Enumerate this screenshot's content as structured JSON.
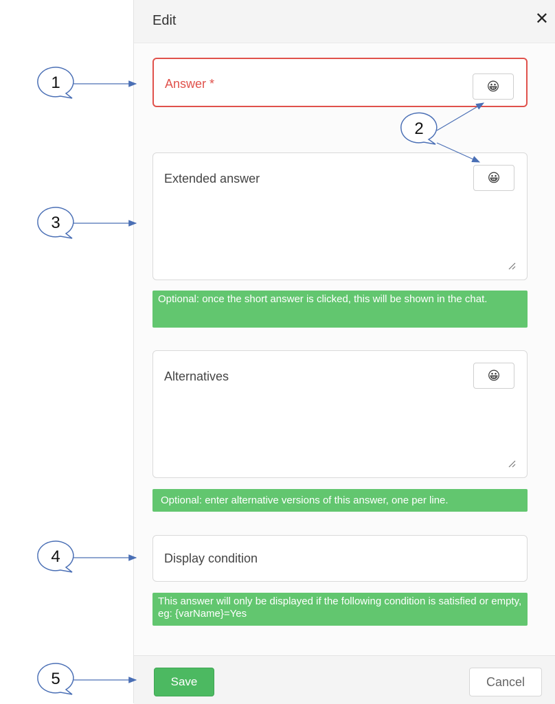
{
  "dialog": {
    "title": "Edit",
    "close_icon": "close-icon",
    "save_label": "Save",
    "cancel_label": "Cancel"
  },
  "fields": {
    "answer": {
      "label": "Answer *",
      "emoji": "😀"
    },
    "extended_answer": {
      "label": "Extended answer",
      "emoji": "😀"
    },
    "alternatives": {
      "label": "Alternatives",
      "emoji": "😀"
    },
    "display_condition": {
      "label": "Display condition"
    }
  },
  "hints": {
    "extended_answer": "Optional: once the short answer is clicked, this will be shown in the chat.",
    "alternatives": "Optional: enter alternative versions of this answer, one per line.",
    "display_condition": "This answer will only be displayed if the following condition is satisfied or empty, eg: {varName}=Yes"
  },
  "callouts": [
    "1",
    "2",
    "3",
    "4",
    "5"
  ],
  "colors": {
    "error_border": "#e0514b",
    "hint_bg": "#62c66f",
    "save_bg": "#4cb961",
    "callout_stroke": "#4a6fb5"
  }
}
